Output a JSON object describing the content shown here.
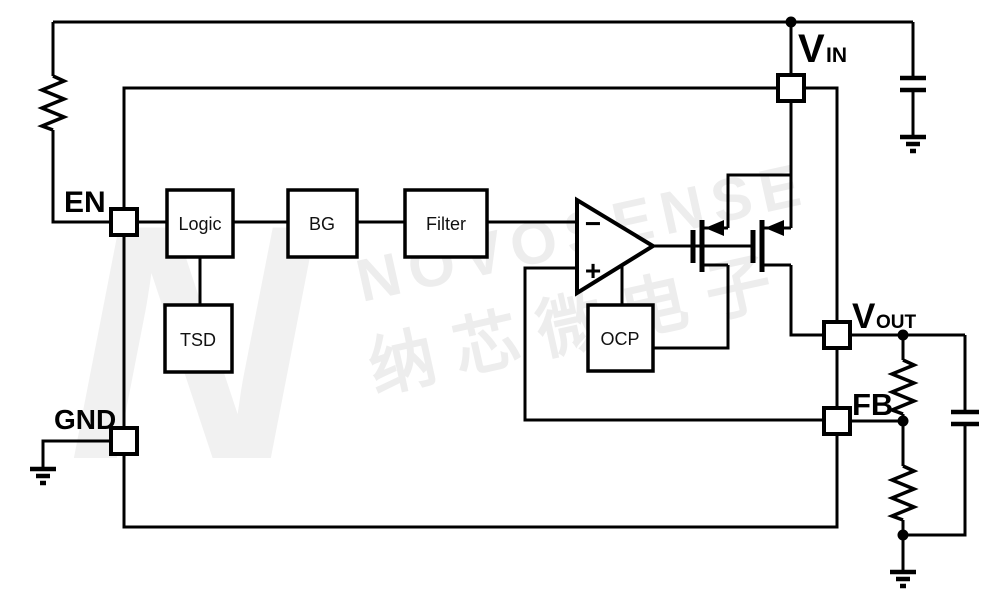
{
  "watermark": {
    "brand": "NOVOSENSE",
    "brand_cn": "纳芯微电子",
    "logo_letter": "N",
    "color": "#ededed"
  },
  "pins": {
    "en": {
      "label": "EN"
    },
    "gnd": {
      "label": "GND"
    },
    "vin": {
      "label_main": "V",
      "label_sub": "IN"
    },
    "vout": {
      "label_main": "V",
      "label_sub": "OUT"
    },
    "fb": {
      "label": "FB"
    }
  },
  "blocks": {
    "logic": "Logic",
    "bg": "BG",
    "filter": "Filter",
    "tsd": "TSD",
    "ocp": "OCP"
  },
  "amplifier": {
    "inverting_input": "−",
    "noninverting_input": "+"
  },
  "colors": {
    "line": "#000000",
    "background": "#ffffff",
    "watermark": "#ededed"
  }
}
